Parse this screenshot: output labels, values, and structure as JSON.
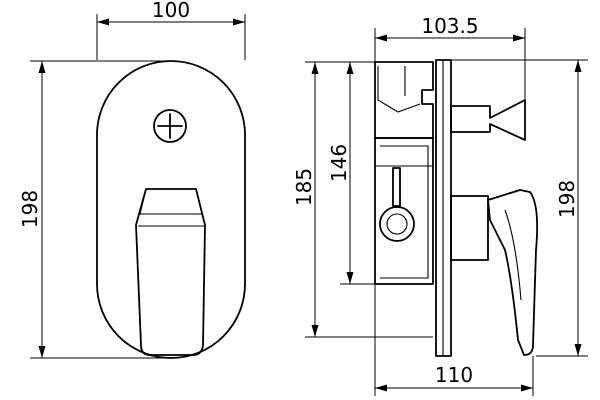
{
  "drawing": {
    "front_view": {
      "width_label": "100",
      "height_label": "198"
    },
    "side_view": {
      "depth_top_label": "103.5",
      "overall_height_label": "185",
      "body_height_label": "146",
      "plate_height_label": "198",
      "depth_bottom_label": "110"
    },
    "colors": {
      "line": "#000000",
      "background": "#ffffff"
    }
  }
}
